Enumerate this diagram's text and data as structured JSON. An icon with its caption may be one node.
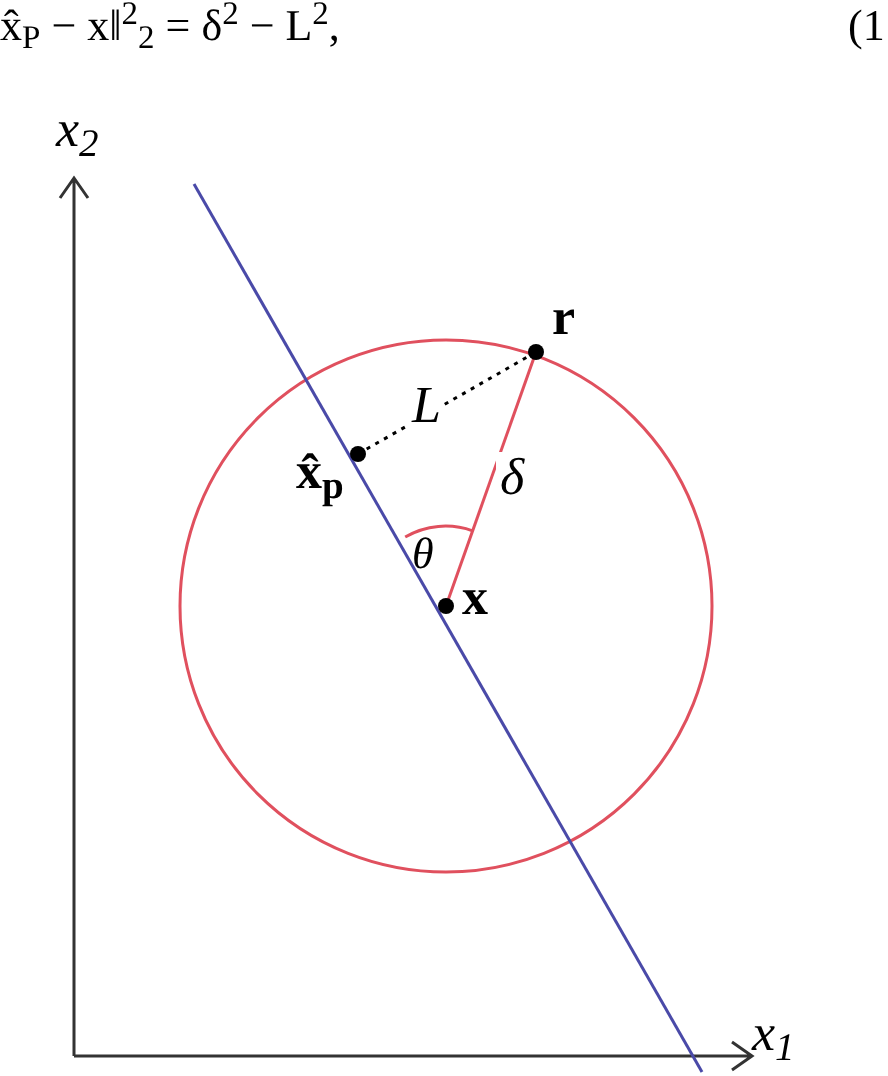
{
  "diagram": {
    "nodes": [
      {
        "text": [
          "r"
        ]
      },
      {
        "text": [
          "x̂$_{p}$"
        ]
      },
      {
        "text": [
          "x"
        ]
      }
    ],
    "edges": [
      {
        "from": 1,
        "to": 0,
        "arrow": "none",
        "label": "L",
        "style": "dashed"
      },
      {
        "from": 2,
        "to": 0,
        "arrow": "none",
        "label": "δ",
        "color": "#e0505e"
      }
    ],
    "labels": [
      "x̂$_{P}$ − x‖$^{2}$$_{2}$ = δ$^{2}$ − L$^{2}$,",
      "(1",
      "x$_{2}$",
      "θ",
      "x$_{1}$"
    ]
  }
}
